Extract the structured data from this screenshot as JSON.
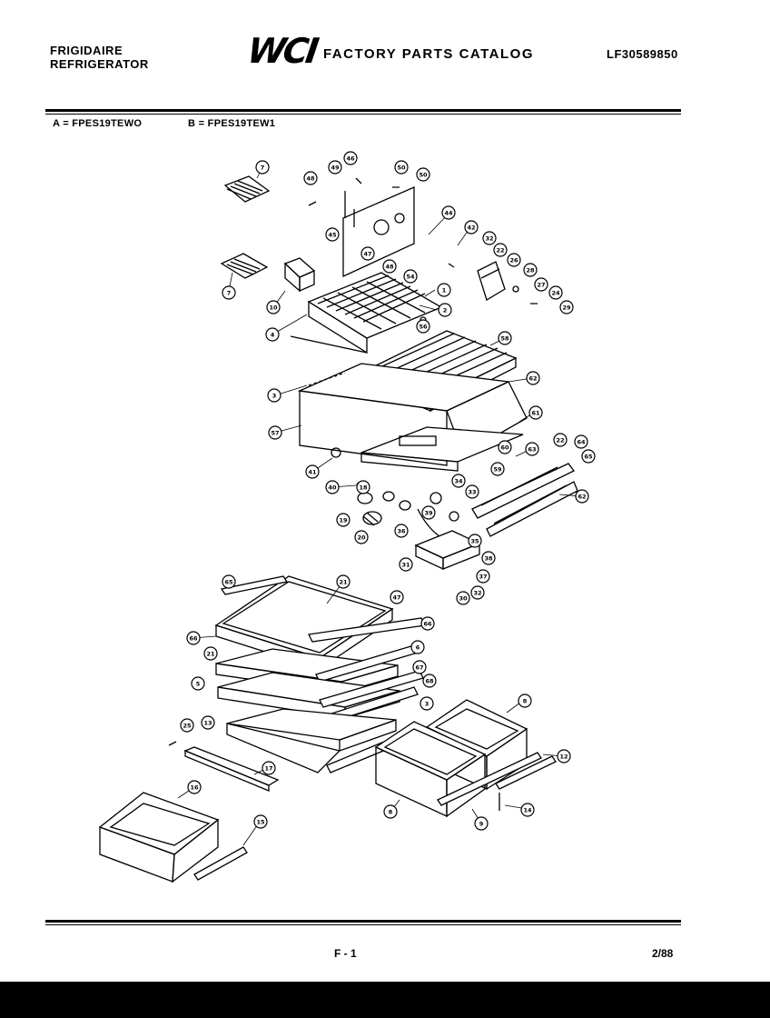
{
  "header": {
    "brand_line1": "FRIGIDAIRE",
    "brand_line2": "REFRIGERATOR",
    "logo": "WCI",
    "catalog_title": "FACTORY PARTS CATALOG",
    "model_number": "LF30589850"
  },
  "models": {
    "a": "A = FPES19TEWO",
    "b": "B = FPES19TEW1"
  },
  "footer": {
    "page": "F - 1",
    "date": "2/88"
  },
  "callouts": [
    {
      "id": "c1",
      "n": "7"
    },
    {
      "id": "c2",
      "n": "7"
    },
    {
      "id": "c3",
      "n": "10"
    },
    {
      "id": "c4",
      "n": "4"
    },
    {
      "id": "c5",
      "n": "48"
    },
    {
      "id": "c6",
      "n": "49"
    },
    {
      "id": "c7",
      "n": "46"
    },
    {
      "id": "c8",
      "n": "50"
    },
    {
      "id": "c9",
      "n": "50"
    },
    {
      "id": "c10",
      "n": "45"
    },
    {
      "id": "c11",
      "n": "47"
    },
    {
      "id": "c12",
      "n": "48"
    },
    {
      "id": "c13",
      "n": "44"
    },
    {
      "id": "c14",
      "n": "42"
    },
    {
      "id": "c15",
      "n": "32"
    },
    {
      "id": "c16",
      "n": "22"
    },
    {
      "id": "c17",
      "n": "26"
    },
    {
      "id": "c18",
      "n": "28"
    },
    {
      "id": "c19",
      "n": "27"
    },
    {
      "id": "c20",
      "n": "24"
    },
    {
      "id": "c21",
      "n": "29"
    },
    {
      "id": "c22",
      "n": "54"
    },
    {
      "id": "c23",
      "n": "1"
    },
    {
      "id": "c24",
      "n": "2"
    },
    {
      "id": "c25",
      "n": "56"
    },
    {
      "id": "c26",
      "n": "58"
    },
    {
      "id": "c27",
      "n": "3"
    },
    {
      "id": "c28",
      "n": "62"
    },
    {
      "id": "c29",
      "n": "57"
    },
    {
      "id": "c30",
      "n": "61"
    },
    {
      "id": "c31",
      "n": "60"
    },
    {
      "id": "c32",
      "n": "41"
    },
    {
      "id": "c33",
      "n": "40"
    },
    {
      "id": "c34",
      "n": "59"
    },
    {
      "id": "c35",
      "n": "63"
    },
    {
      "id": "c36",
      "n": "22"
    },
    {
      "id": "c37",
      "n": "64"
    },
    {
      "id": "c38",
      "n": "65"
    },
    {
      "id": "c39",
      "n": "34"
    },
    {
      "id": "c40",
      "n": "33"
    },
    {
      "id": "c41",
      "n": "18"
    },
    {
      "id": "c42",
      "n": "19"
    },
    {
      "id": "c43",
      "n": "20"
    },
    {
      "id": "c44",
      "n": "36"
    },
    {
      "id": "c45",
      "n": "39"
    },
    {
      "id": "c46",
      "n": "62"
    },
    {
      "id": "c47",
      "n": "35"
    },
    {
      "id": "c48",
      "n": "38"
    },
    {
      "id": "c49",
      "n": "31"
    },
    {
      "id": "c50",
      "n": "37"
    },
    {
      "id": "c51",
      "n": "32"
    },
    {
      "id": "c52",
      "n": "30"
    },
    {
      "id": "c53",
      "n": "65"
    },
    {
      "id": "c54",
      "n": "21"
    },
    {
      "id": "c55",
      "n": "47"
    },
    {
      "id": "c56",
      "n": "66"
    },
    {
      "id": "c57",
      "n": "66"
    },
    {
      "id": "c58",
      "n": "6"
    },
    {
      "id": "c59",
      "n": "21"
    },
    {
      "id": "c60",
      "n": "67"
    },
    {
      "id": "c61",
      "n": "5"
    },
    {
      "id": "c62",
      "n": "68"
    },
    {
      "id": "c63",
      "n": "13"
    },
    {
      "id": "c64",
      "n": "3"
    },
    {
      "id": "c65",
      "n": "25"
    },
    {
      "id": "c66",
      "n": "17"
    },
    {
      "id": "c67",
      "n": "8"
    },
    {
      "id": "c68",
      "n": "12"
    },
    {
      "id": "c69",
      "n": "8"
    },
    {
      "id": "c70",
      "n": "9"
    },
    {
      "id": "c71",
      "n": "14"
    },
    {
      "id": "c72",
      "n": "16"
    },
    {
      "id": "c73",
      "n": "15"
    }
  ]
}
